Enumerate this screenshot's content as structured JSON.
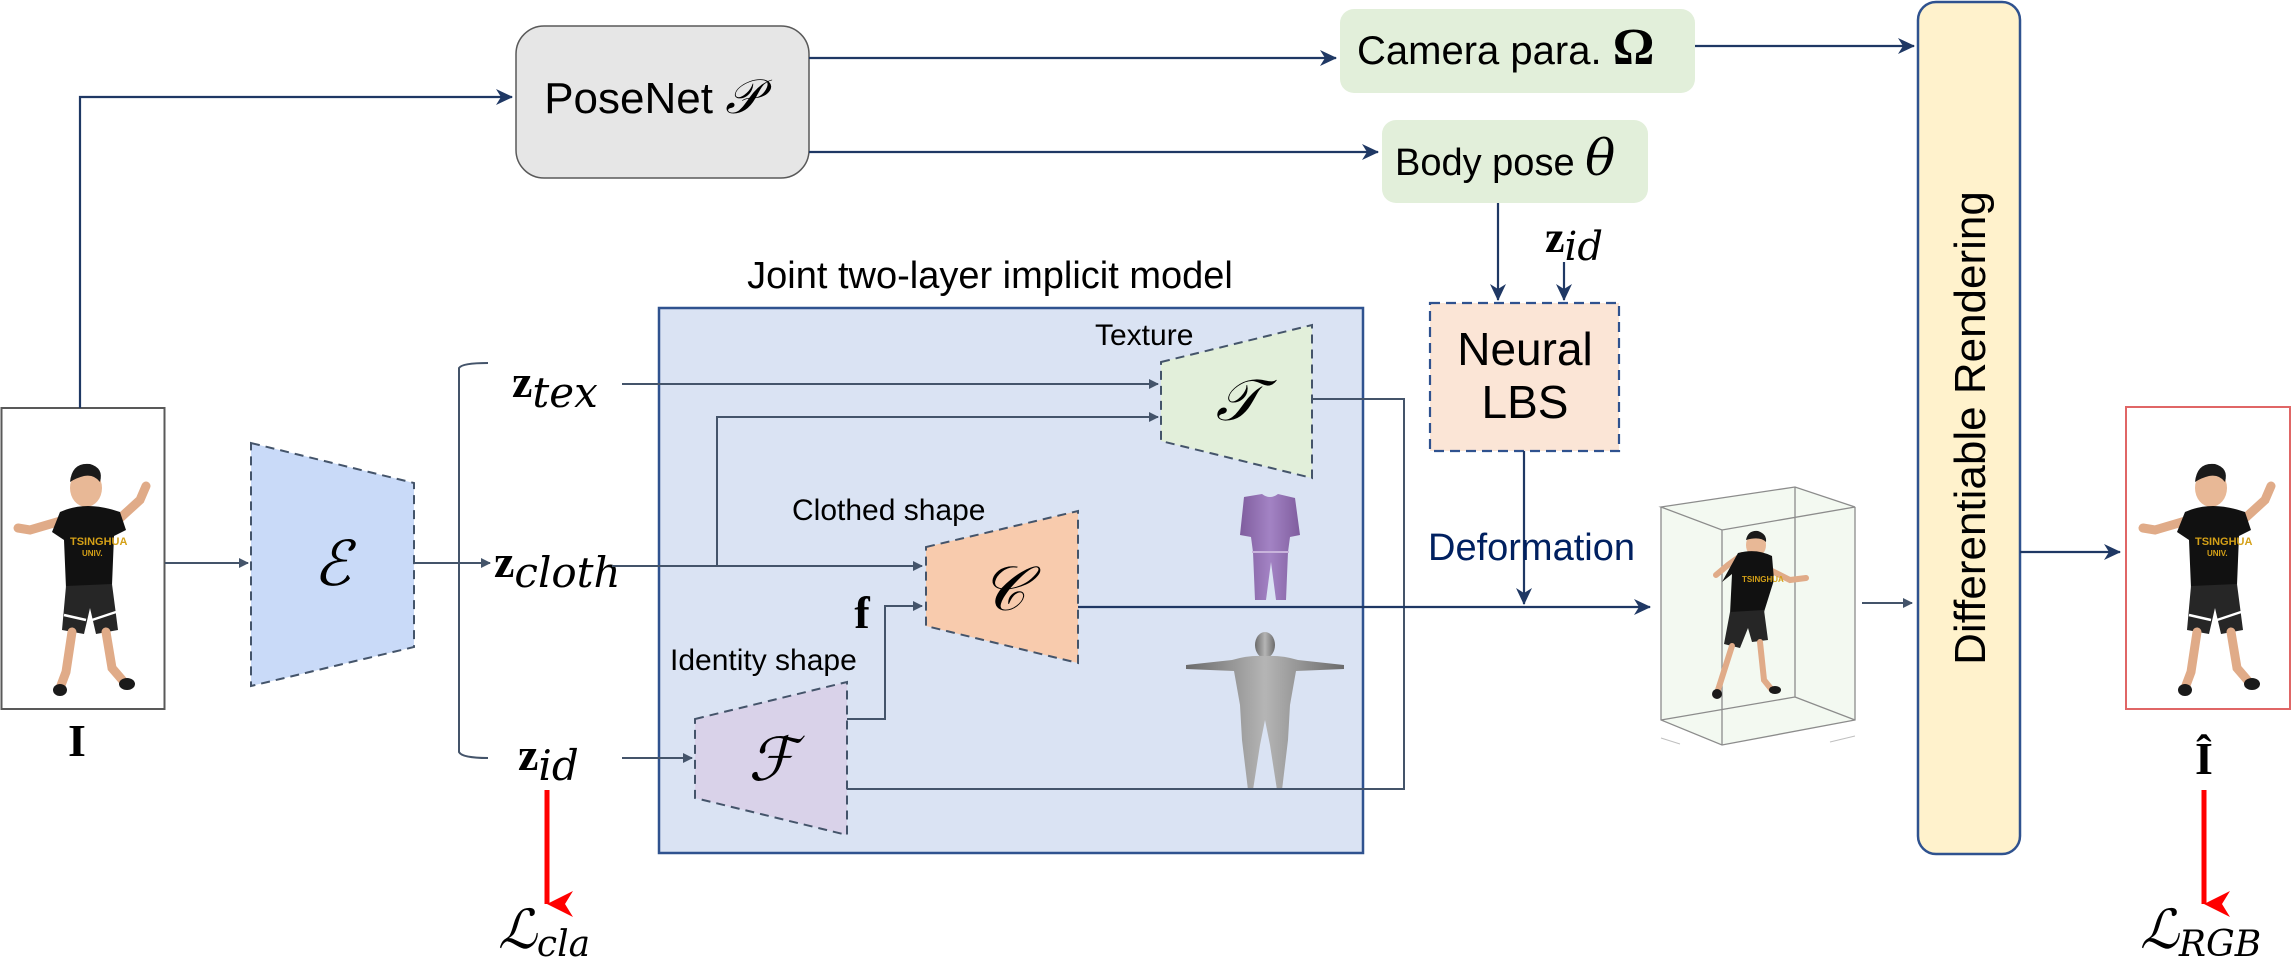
{
  "diagram": {
    "title": "Joint two-layer implicit model",
    "colors": {
      "line": "#44546a",
      "navy": "#1f3864",
      "loss_arrow": "#ff0000",
      "posenet_fill": "#e6e6e6",
      "green_fill": "#e2efda",
      "encoder_fill": "#c9daf8",
      "implicit_box_fill": "#dae3f3",
      "implicit_box_stroke": "#2f528f",
      "clothed_fill": "#f8cbad",
      "identity_fill": "#d9d2e9",
      "lbs_fill": "#fbe5d6",
      "render_fill": "#fff2cc",
      "deformation_text": "#002060",
      "output_border": "#e06666"
    },
    "input_image": {
      "label": "I",
      "description": "photo of person in black TSINGHUA UNIV. t-shirt and shorts"
    },
    "output_image": {
      "label": "Î",
      "description": "rendered person image"
    },
    "encoder": {
      "symbol": "ℰ"
    },
    "posenet": {
      "label": "PoseNet",
      "symbol": "𝒫"
    },
    "camera": {
      "label": "Camera para.",
      "symbol": "Ω"
    },
    "body_pose": {
      "label": "Body pose",
      "symbol": "θ"
    },
    "latents": {
      "tex": {
        "base": "z",
        "sub": "tex"
      },
      "cloth": {
        "base": "z",
        "sub": "cloth"
      },
      "id": {
        "base": "z",
        "sub": "id"
      },
      "lbs_id": {
        "base": "z",
        "sub": "id"
      }
    },
    "texture_net": {
      "caption": "Texture",
      "symbol": "𝒯"
    },
    "clothed_net": {
      "caption": "Clothed shape",
      "symbol": "𝒞"
    },
    "identity_net": {
      "caption": "Identity shape",
      "symbol": "ℱ"
    },
    "feature": "f",
    "neural_lbs": {
      "line1": "Neural",
      "line2": "LBS"
    },
    "deformation": "Deformation",
    "renderer": "Differentiable Rendering",
    "losses": {
      "cla": {
        "base": "ℒ",
        "sub": "cla"
      },
      "rgb": {
        "base": "ℒ",
        "sub": "RGB"
      }
    }
  }
}
